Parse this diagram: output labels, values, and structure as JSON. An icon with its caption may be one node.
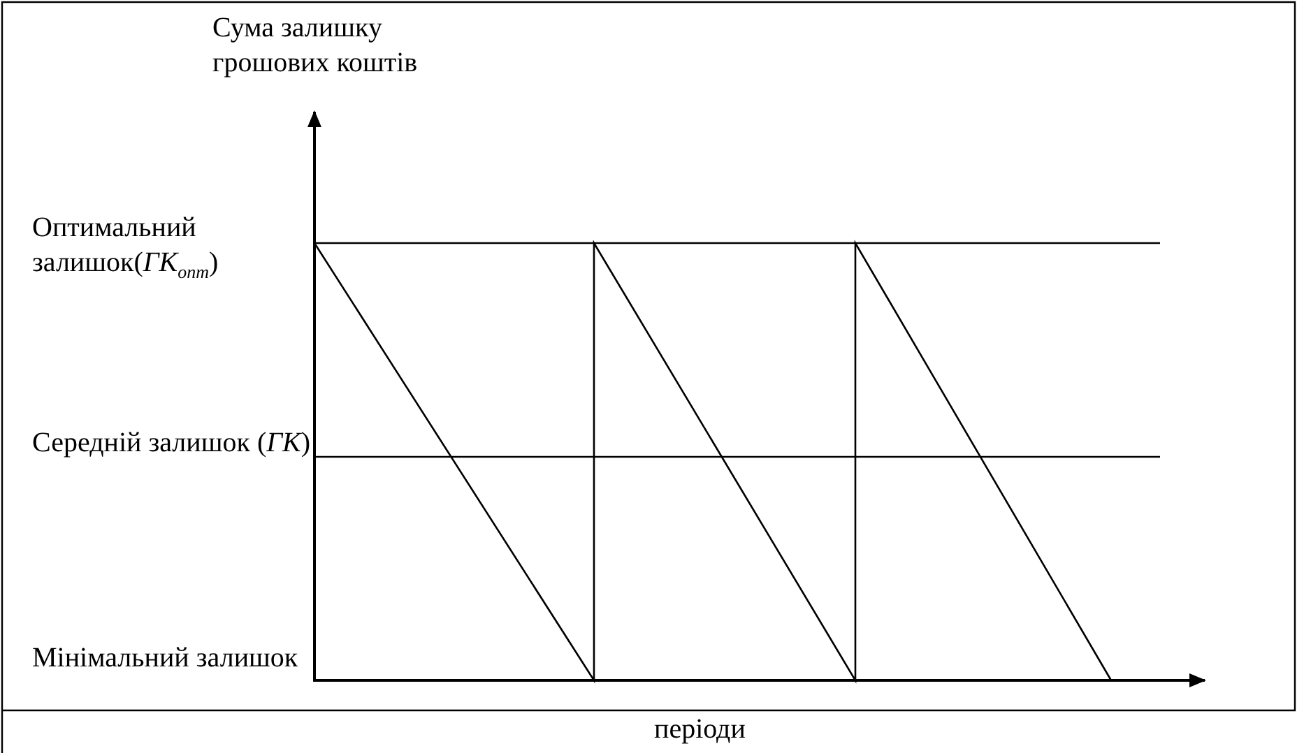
{
  "diagram": {
    "labels": [
      "Сума залишку грошових коштів",
      "Оптимальний залишок(*ГК*$_{опт}$)",
      "Середній залишок (*ГК*)",
      "Мінімальний залишок",
      "періоди"
    ]
  }
}
